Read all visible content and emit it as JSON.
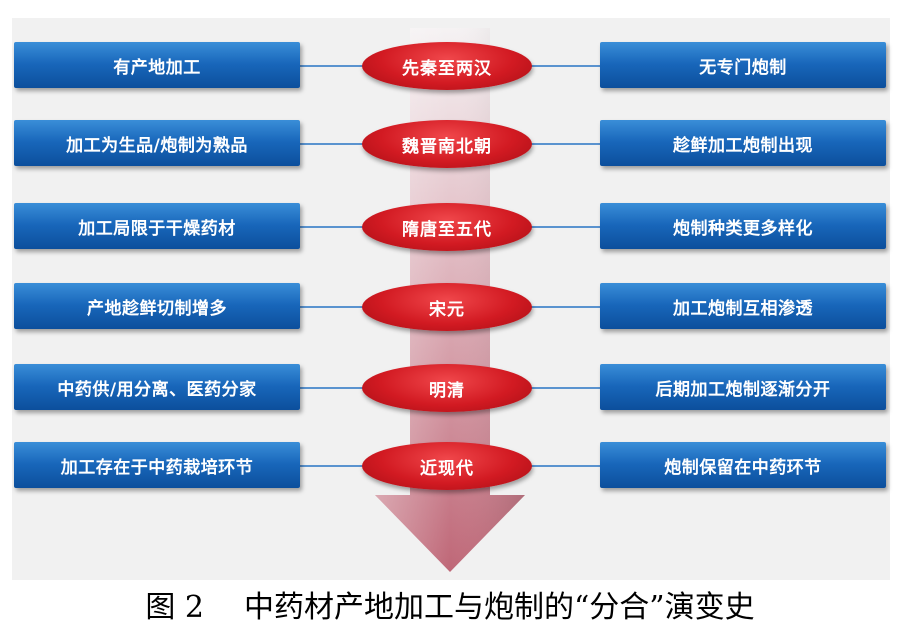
{
  "rows": [
    {
      "left": "有产地加工",
      "era": "先秦至两汉",
      "right": "无专门炮制"
    },
    {
      "left": "加工为生品/炮制为熟品",
      "era": "魏晋南北朝",
      "right": "趁鲜加工炮制出现"
    },
    {
      "left": "加工局限于干燥药材",
      "era": "隋唐至五代",
      "right": "炮制种类更多样化"
    },
    {
      "left": "产地趁鲜切制增多",
      "era": "宋元",
      "right": "加工炮制互相渗透"
    },
    {
      "left": "中药供/用分离、医药分家",
      "era": "明清",
      "right": "后期加工炮制逐渐分开"
    },
    {
      "left": "加工存在于中药栽培环节",
      "era": "近现代",
      "right": "炮制保留在中药环节"
    }
  ],
  "caption": {
    "figure": "图 2",
    "title": "中药材产地加工与炮制的“分合”演变史"
  },
  "colors": {
    "box": "#1866ba",
    "era": "#d21a22",
    "arrow": "#c2707e",
    "connector": "#5a93cf"
  }
}
